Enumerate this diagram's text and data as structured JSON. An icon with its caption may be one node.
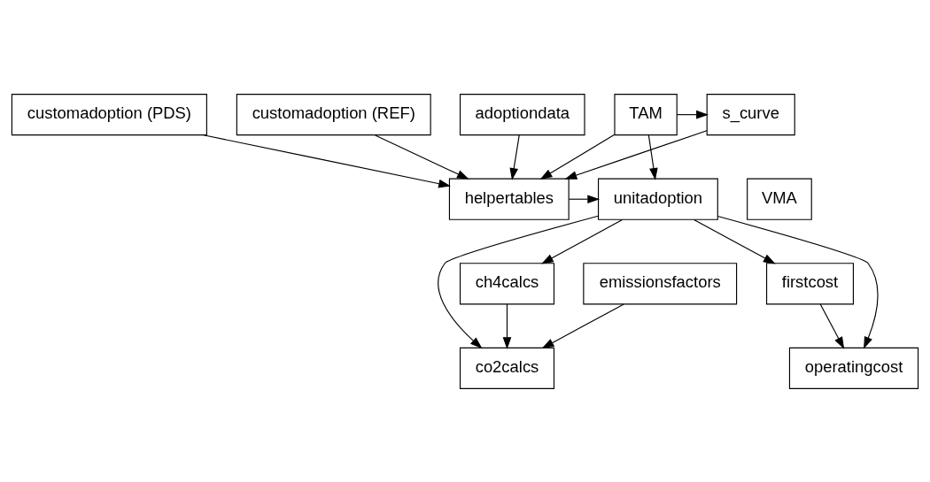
{
  "diagram": {
    "nodes": [
      {
        "text": [
          "customadoption (PDS)"
        ]
      },
      {
        "text": [
          "customadoption (REF)"
        ]
      },
      {
        "text": [
          "adoptiondata"
        ]
      },
      {
        "text": [
          "s_curve"
        ]
      },
      {
        "text": [
          "TAM"
        ]
      },
      {
        "text": [
          "VMA"
        ]
      },
      {
        "text": [
          "helpertables"
        ]
      },
      {
        "text": [
          "unitadoption"
        ]
      },
      {
        "text": [
          "emissionsfactors"
        ]
      },
      {
        "text": [
          "ch4calcs"
        ]
      },
      {
        "text": [
          "firstcost"
        ]
      },
      {
        "text": [
          "co2calcs"
        ]
      },
      {
        "text": [
          "operatingcost"
        ]
      }
    ],
    "edges": [
      {
        "from": 4,
        "to": 3,
        "arrow": "to"
      },
      {
        "from": 0,
        "to": 6,
        "arrow": "to"
      },
      {
        "from": 1,
        "to": 6,
        "arrow": "to"
      },
      {
        "from": 2,
        "to": 6,
        "arrow": "to"
      },
      {
        "from": 3,
        "to": 6,
        "arrow": "to"
      },
      {
        "from": 4,
        "to": 6,
        "arrow": "to"
      },
      {
        "from": 4,
        "to": 7,
        "arrow": "to"
      },
      {
        "from": 6,
        "to": 7,
        "arrow": "to"
      },
      {
        "from": 7,
        "to": 9,
        "arrow": "to"
      },
      {
        "from": 7,
        "to": 11,
        "arrow": "to"
      },
      {
        "from": 7,
        "to": 10,
        "arrow": "to"
      },
      {
        "from": 7,
        "to": 12,
        "arrow": "to"
      },
      {
        "from": 8,
        "to": 11,
        "arrow": "to"
      },
      {
        "from": 9,
        "to": 11,
        "arrow": "to"
      },
      {
        "from": 10,
        "to": 12,
        "arrow": "to"
      }
    ]
  }
}
